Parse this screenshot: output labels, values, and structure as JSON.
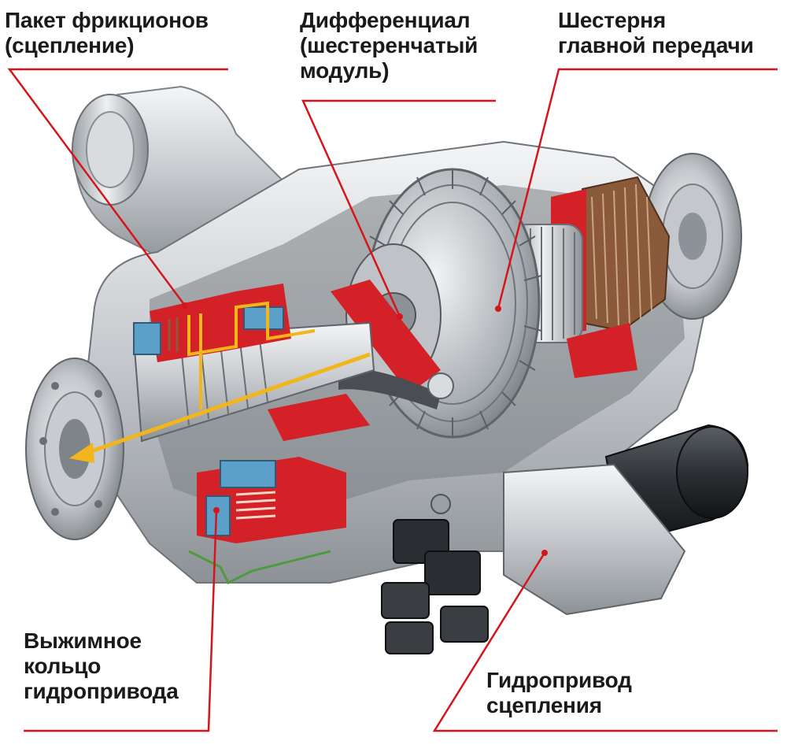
{
  "labels": {
    "clutch_pack": "Пакет фрикционов\n(сцепление)",
    "differential": "Дифференциал\n(шестеренчатый\nмодуль)",
    "main_gear": "Шестерня\nглавной передачи",
    "release_ring": "Выжимное\nкольцо\nгидропривода",
    "hydraulic_drive": "Гидропривод\nсцепления"
  },
  "colors": {
    "leader_line": "#d4161c",
    "highlight_red": "#d42027",
    "housing_gray": "#c9ccd0",
    "oil_path_yellow": "#f2b51b",
    "seal_blue": "#5aa0c8",
    "clutch_disc_brown": "#8a5a3a",
    "label_text": "#1a1a1a"
  }
}
